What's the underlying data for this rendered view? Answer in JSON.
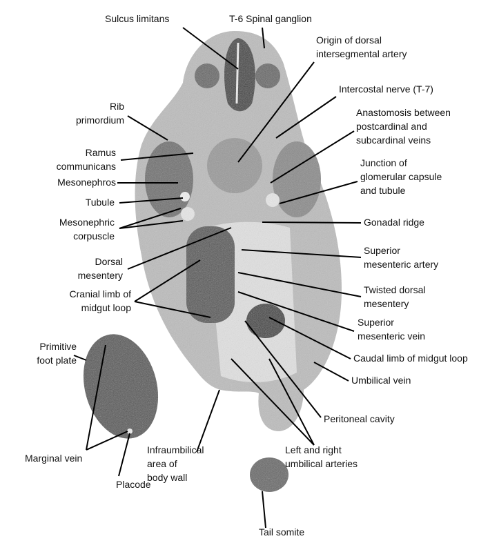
{
  "labels": {
    "sulcus_limitans": "Sulcus limitans",
    "spinal_ganglion": "T-6 Spinal ganglion",
    "origin_dorsal": [
      "Origin of dorsal",
      "intersegmental artery"
    ],
    "intercostal_nerve": "Intercostal nerve (T-7)",
    "anastomosis": [
      "Anastomosis between",
      "postcardinal and",
      "subcardinal veins"
    ],
    "junction": [
      "Junction of",
      "glomerular capsule",
      "and tubule"
    ],
    "gonadal_ridge": "Gonadal ridge",
    "sup_mes_artery": [
      "Superior",
      "mesenteric artery"
    ],
    "twisted_dorsal": [
      "Twisted dorsal",
      "mesentery"
    ],
    "sup_mes_vein": [
      "Superior",
      "mesenteric vein"
    ],
    "caudal_limb": "Caudal limb of midgut loop",
    "umbilical_vein": "Umbilical vein",
    "peritoneal_cavity": "Peritoneal cavity",
    "umbilical_arteries": [
      "Left and right",
      "umbilical arteries"
    ],
    "tail_somite": "Tail somite",
    "infraumbilical": [
      "Infraumbilical",
      "area of",
      "body wall"
    ],
    "placode": "Placode",
    "marginal_vein": "Marginal vein",
    "foot_plate": [
      "Primitive",
      "foot plate"
    ],
    "rib": [
      "Rib",
      "primordium"
    ],
    "ramus": [
      "Ramus",
      "communicans"
    ],
    "mesonephros": "Mesonephros",
    "tubule": "Tubule",
    "mesonephric_corpuscle": [
      "Mesonephric",
      "corpuscle"
    ],
    "dorsal_mesentery": [
      "Dorsal",
      "mesentery"
    ],
    "cranial_limb": [
      "Cranial limb of",
      "midgut loop"
    ]
  }
}
